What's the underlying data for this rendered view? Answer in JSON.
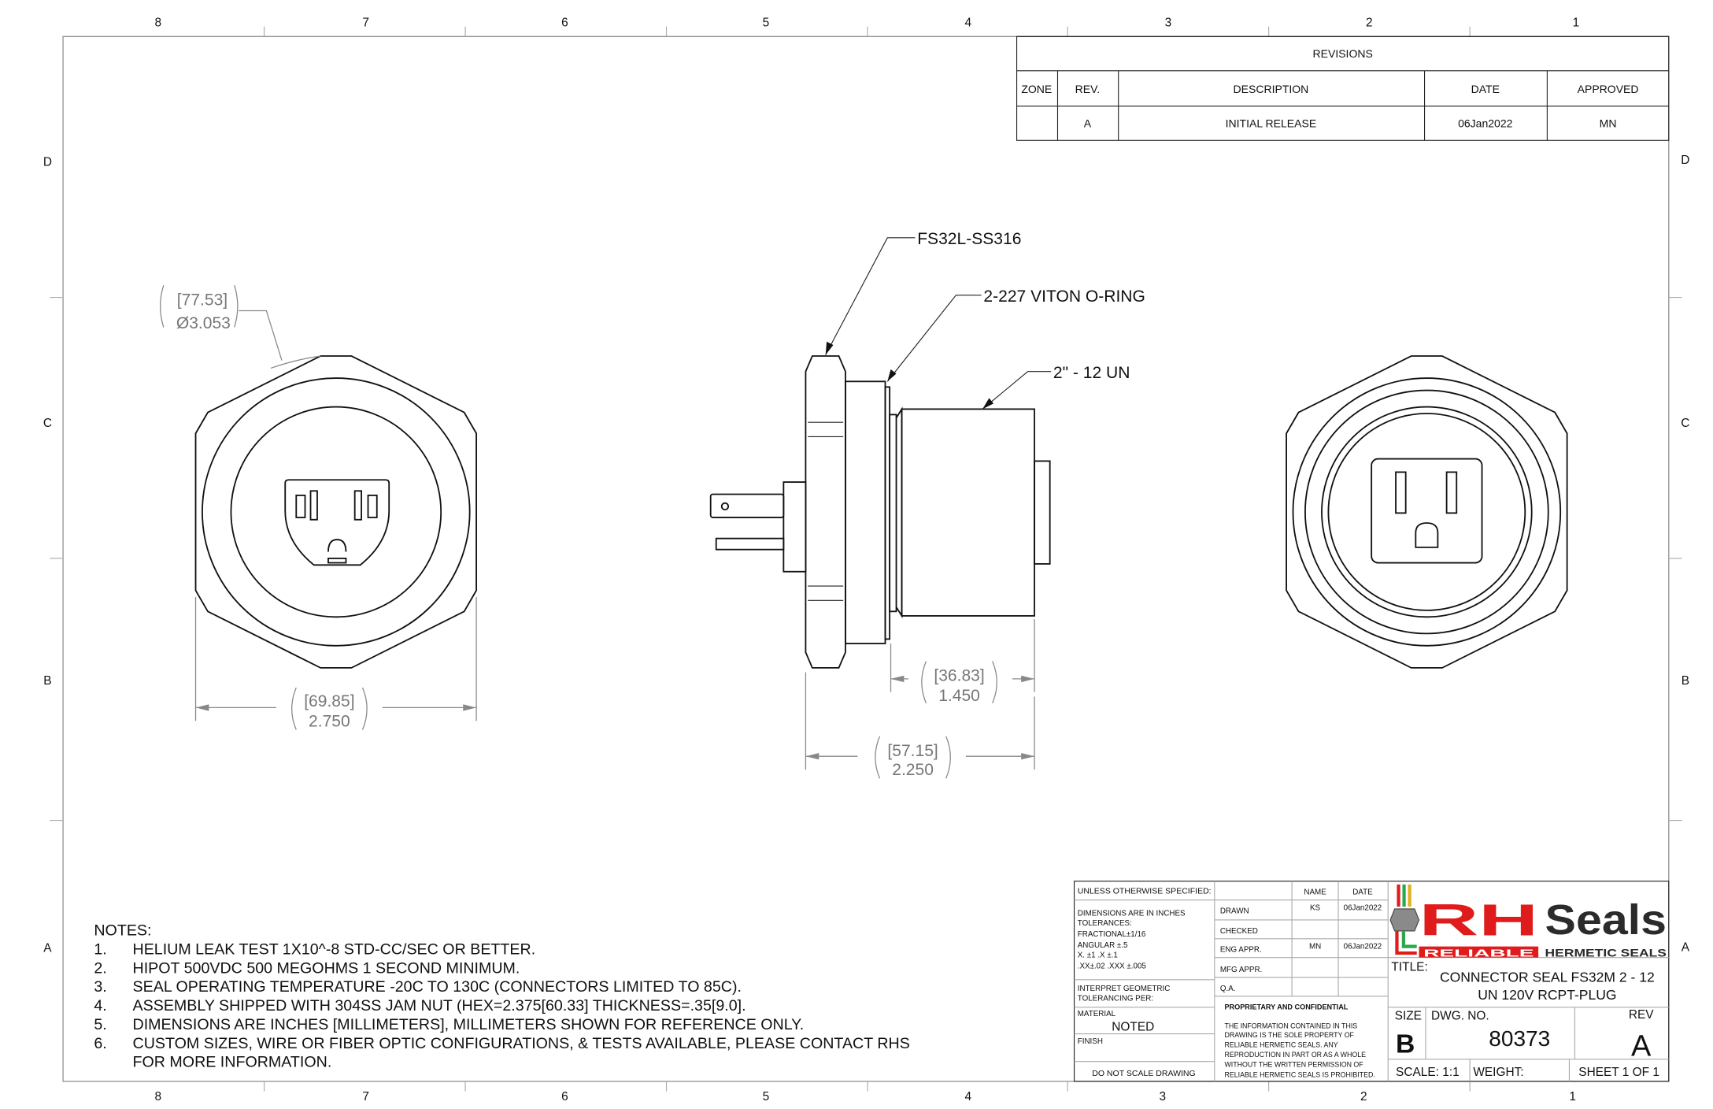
{
  "zones": {
    "columns": [
      "8",
      "7",
      "6",
      "5",
      "4",
      "3",
      "2",
      "1"
    ],
    "rows": [
      "D",
      "C",
      "B",
      "A"
    ]
  },
  "revisions": {
    "title": "REVISIONS",
    "headers": [
      "ZONE",
      "REV.",
      "DESCRIPTION",
      "DATE",
      "APPROVED"
    ],
    "rows": [
      [
        "",
        "A",
        "INITIAL RELEASE",
        "06Jan2022",
        "MN"
      ]
    ]
  },
  "callouts": {
    "body": "FS32L-SS316",
    "oring": "2-227 VITON O-RING",
    "thread": "2\" - 12 UN"
  },
  "dimensions": {
    "corners_mm": "[77.53]",
    "corners_in": "Ø3.053",
    "flats_mm": "[69.85]",
    "flats_in": "2.750",
    "body_mm": "[36.83]",
    "body_in": "1.450",
    "overall_mm": "[57.15]",
    "overall_in": "2.250"
  },
  "notes": {
    "heading": "NOTES:",
    "items": [
      {
        "num": "1.",
        "text": "HELIUM LEAK TEST 1X10^-8 STD-CC/SEC OR BETTER."
      },
      {
        "num": "2.",
        "text": "HIPOT 500VDC 500 MEGOHMS 1 SECOND MINIMUM."
      },
      {
        "num": "3.",
        "text": "SEAL OPERATING TEMPERATURE -20C TO 130C (CONNECTORS LIMITED TO 85C)."
      },
      {
        "num": "4.",
        "text": "ASSEMBLY SHIPPED WITH 304SS JAM NUT (HEX=2.375[60.33] THICKNESS=.35[9.0]."
      },
      {
        "num": "5.",
        "text": "DIMENSIONS ARE INCHES [MILLIMETERS], MILLIMETERS SHOWN FOR REFERENCE ONLY."
      },
      {
        "num": "6.",
        "text": "CUSTOM SIZES, WIRE OR FIBER OPTIC CONFIGURATIONS, & TESTS AVAILABLE, PLEASE CONTACT RHS"
      },
      {
        "num": "",
        "text": "FOR MORE INFORMATION."
      }
    ]
  },
  "title_block": {
    "unless": "UNLESS OTHERWISE SPECIFIED:",
    "tolerances": [
      "DIMENSIONS ARE IN INCHES",
      "TOLERANCES:",
      "FRACTIONAL±1/16",
      "ANGULAR  ±.5",
      "X. ±1       .X ±.1",
      ".XX±.02    .XXX ±.005"
    ],
    "interpret": [
      "INTERPRET GEOMETRIC",
      "TOLERANCING PER:"
    ],
    "material_label": "MATERIAL",
    "material_value": "NOTED",
    "finish_label": "FINISH",
    "no_scale": "DO NOT SCALE DRAWING",
    "name_header": "NAME",
    "date_header": "DATE",
    "sign_rows": [
      {
        "role": "DRAWN",
        "name": "KS",
        "date": "06Jan2022"
      },
      {
        "role": "CHECKED",
        "name": "",
        "date": ""
      },
      {
        "role": "ENG APPR.",
        "name": "MN",
        "date": "06Jan2022"
      },
      {
        "role": "MFG APPR.",
        "name": "",
        "date": ""
      },
      {
        "role": "Q.A.",
        "name": "",
        "date": ""
      }
    ],
    "proprietary_title": "PROPRIETARY AND CONFIDENTIAL",
    "proprietary_text": [
      "THE INFORMATION CONTAINED IN THIS",
      "DRAWING IS THE SOLE PROPERTY OF",
      "RELIABLE HERMETIC SEALS.  ANY",
      "REPRODUCTION IN PART OR AS A WHOLE",
      "WITHOUT THE WRITTEN PERMISSION OF",
      "RELIABLE HERMETIC SEALS IS PROHIBITED."
    ],
    "logo": {
      "rh": "RH",
      "seals": "Seals",
      "reliable": "RELIABLE",
      "hermetic": "HERMETIC SEALS",
      "red": "#e01b1b",
      "dark": "#2b2b2b"
    },
    "title_label": "TITLE:",
    "title_lines": [
      "CONNECTOR SEAL FS32M 2 - 12",
      "UN 120V RCPT-PLUG"
    ],
    "size_label": "SIZE",
    "size_value": "B",
    "dwg_label": "DWG.  NO.",
    "dwg_value": "80373",
    "rev_label": "REV",
    "rev_value": "A",
    "scale": "SCALE: 1:1",
    "weight": "WEIGHT:",
    "sheet": "SHEET 1 OF 1"
  }
}
